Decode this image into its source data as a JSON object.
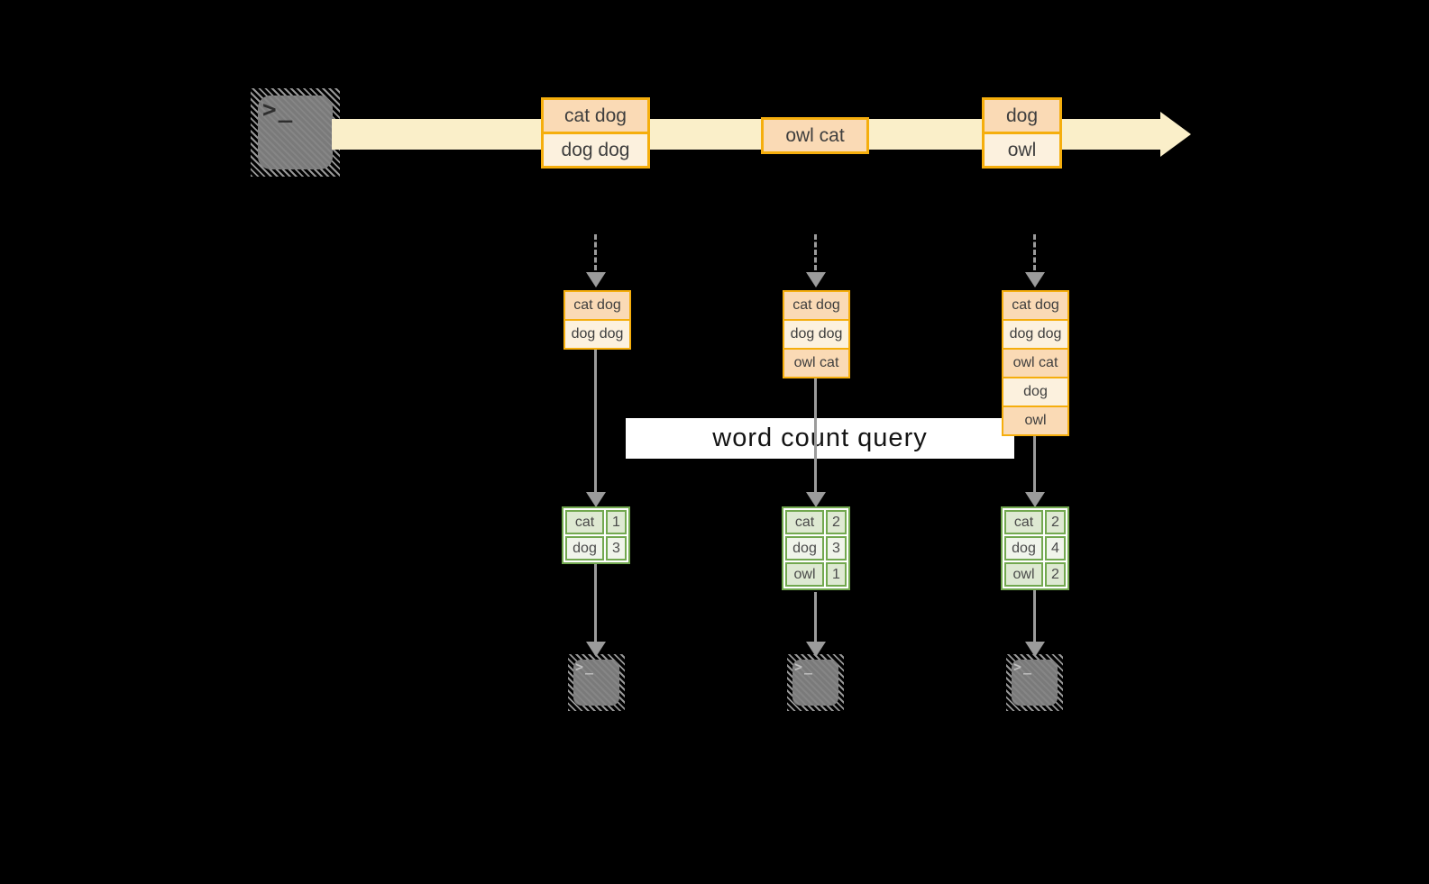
{
  "query": {
    "label": "word count query"
  },
  "icons": {
    "terminal_prompt": ">_"
  },
  "colors": {
    "background": "#000000",
    "stream_band": "#faefc9",
    "box_border_gold": "#f5ae0d",
    "box_fill_dark": "#fadab5",
    "box_fill_light": "#fcf1de",
    "table_border_green": "#72a84f",
    "table_cell_dark": "#dee9d2",
    "table_cell_light": "#f0f4eb",
    "connector_gray": "#9b9b9b",
    "terminal_gray": "#7f7f7f"
  },
  "stream": {
    "source_icon": "terminal-icon",
    "batches": [
      {
        "messages": [
          "cat dog",
          "dog dog"
        ]
      },
      {
        "messages": [
          "owl cat"
        ]
      },
      {
        "messages": [
          "dog",
          "owl"
        ]
      }
    ]
  },
  "workers": [
    {
      "received": [
        "cat dog",
        "dog dog"
      ],
      "counts": [
        {
          "word": "cat",
          "n": "1"
        },
        {
          "word": "dog",
          "n": "3"
        }
      ]
    },
    {
      "received": [
        "cat dog",
        "dog dog",
        "owl cat"
      ],
      "counts": [
        {
          "word": "cat",
          "n": "2"
        },
        {
          "word": "dog",
          "n": "3"
        },
        {
          "word": "owl",
          "n": "1"
        }
      ]
    },
    {
      "received": [
        "cat dog",
        "dog dog",
        "owl cat",
        "dog",
        "owl"
      ],
      "counts": [
        {
          "word": "cat",
          "n": "2"
        },
        {
          "word": "dog",
          "n": "4"
        },
        {
          "word": "owl",
          "n": "2"
        }
      ]
    }
  ]
}
